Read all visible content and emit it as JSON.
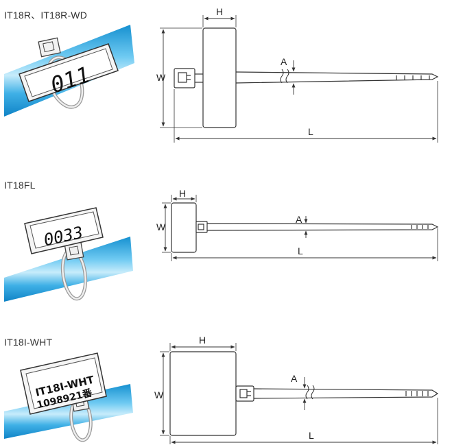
{
  "products": [
    {
      "title": "IT18R、IT18R-WD",
      "tag_text": "011",
      "dims": {
        "h": "H",
        "w": "W",
        "a": "A",
        "l": "L"
      }
    },
    {
      "title": "IT18FL",
      "tag_text": "0033",
      "dims": {
        "h": "H",
        "w": "W",
        "a": "A",
        "l": "L"
      }
    },
    {
      "title": "IT18I-WHT",
      "tag_line1": "IT18I-WHT",
      "tag_line2": "1098921番",
      "dims": {
        "h": "H",
        "w": "W",
        "a": "A",
        "l": "L"
      }
    }
  ],
  "colors": {
    "pipe": "#1a9fdc",
    "pipe_light": "#7fd0f3",
    "line": "#333333"
  }
}
